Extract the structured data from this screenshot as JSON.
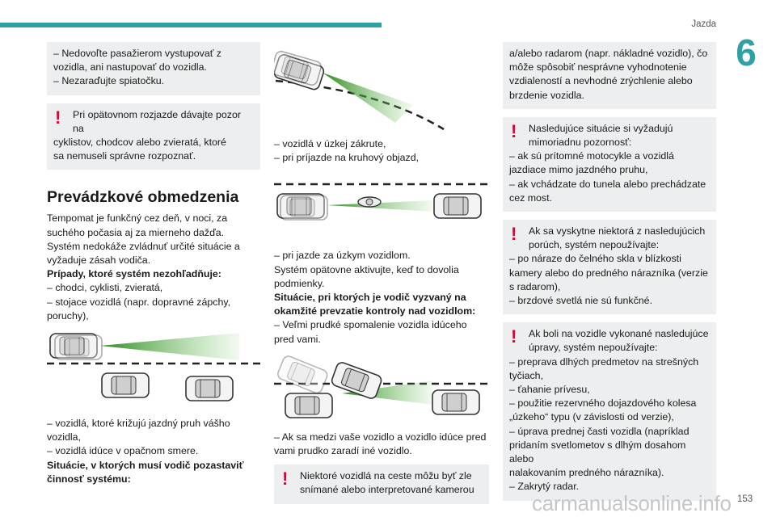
{
  "header": {
    "title": "Jazda",
    "chapter": "6",
    "page": "153"
  },
  "watermark": "carmanualsonline.info",
  "col1": {
    "box1_lines": [
      "– Nedovoľte pasažierom vystupovať z",
      "vozidla, ani nastupovať do vozidla.",
      "– Nezaraďujte spiatočku."
    ],
    "warn1_first": "Pri opätovnom rozjazde dávajte pozor na",
    "warn1_rest": [
      "cyklistov, chodcov alebo zvieratá, ktoré",
      "sa nemuseli správne rozpoznať."
    ],
    "section_title": "Prevádzkové obmedzenia",
    "para_lines": [
      "Tempomat je funkčný cez deň, v noci, za",
      "suchého počasia aj za mierneho dažďa.",
      "Systém nedokáže zvládnuť určité situácie a",
      "vyžaduje zásah vodiča."
    ],
    "bold_heading": "Prípady, ktoré systém nezohľadňuje:",
    "list1": [
      "– chodci, cyklisti, zvieratá,",
      "– stojace vozidlá (napr. dopravné zápchy,",
      "poruchy),"
    ],
    "list2": [
      "– vozidlá, ktoré križujú jazdný pruh vášho",
      "vozidla,",
      "– vozidlá idúce v opačnom smere."
    ],
    "bold2": [
      "Situácie, v ktorých musí vodič pozastaviť",
      "činnosť systému:"
    ]
  },
  "col2": {
    "list1": [
      "– vozidlá v úzkej zákrute,",
      "– pri príjazde na kruhový objazd,"
    ],
    "list2": [
      "– pri jazde za úzkym vozidlom.",
      "Systém opätovne aktivujte, keď to dovolia",
      "podmienky."
    ],
    "bold": [
      "Situácie, pri ktorých je vodič vyzvaný na",
      "okamžité prevzatie kontroly nad vozidlom:"
    ],
    "list3": [
      "– Veľmi prudké spomalenie vozidla idúceho",
      "pred vami."
    ],
    "list4": [
      "– Ak sa medzi vaše vozidlo a vozidlo idúce pred",
      "vami prudko zaradí iné vozidlo."
    ],
    "warn_first": "Niektoré vozidlá na ceste môžu byť zle",
    "warn_rest": [
      "snímané alebo interpretované kamerou"
    ]
  },
  "col3": {
    "box_lines": [
      "a/alebo radarom (napr. nákladné vozidlo), čo",
      "môže spôsobiť nesprávne vyhodnotenie",
      "vzdialeností a nevhodné zrýchlenie alebo",
      "brzdenie vozidla."
    ],
    "warn1_first": "Nasledujúce situácie si vyžadujú",
    "warn1_rest": [
      "mimoriadnu pozornosť:",
      "– ak sú prítomné motocykle a vozidlá",
      "jazdiace mimo jazdného pruhu,",
      "– ak vchádzate do tunela alebo prechádzate",
      "cez most."
    ],
    "warn2_first": "Ak sa vyskytne niektorá z nasledujúcich",
    "warn2_rest": [
      "porúch, systém nepoužívajte:",
      "– po náraze do čelného skla v blízkosti",
      "kamery alebo do predného nárazníka (verzie",
      "s radarom),",
      "– brzdové svetlá nie sú funkčné."
    ],
    "warn3_first": "Ak boli na vozidle vykonané nasledujúce",
    "warn3_rest": [
      "úpravy, systém nepoužívajte:",
      "– preprava dlhých predmetov na strešných",
      "tyčiach,",
      "– ťahanie prívesu,",
      "– použitie rezervného dojazdového kolesa",
      "„úzkeho“ typu (v závislosti od verzie),",
      "– úprava prednej časti vozidla (napríklad",
      "pridaním svetlometov s dlhým dosahom alebo",
      "nalakovaním predného nárazníka).",
      "– Zakrytý radar."
    ]
  },
  "colors": {
    "accent": "#2fa0a4",
    "warning": "#e3003b",
    "box": "#edeeef",
    "beam": "#3d9a2f"
  }
}
